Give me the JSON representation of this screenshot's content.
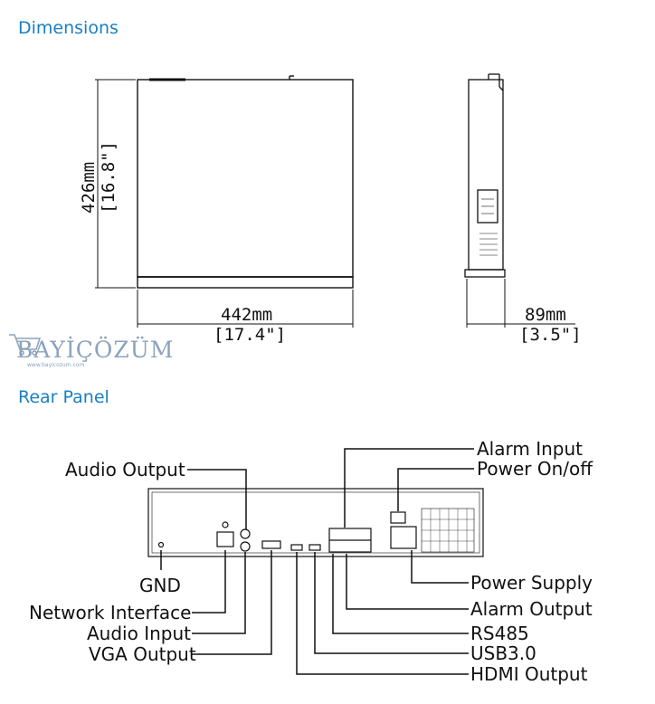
{
  "sections": {
    "dimensions_title": "Dimensions",
    "rear_panel_title": "Rear Panel"
  },
  "dimensions": {
    "depth_mm": "426mm",
    "depth_in": "[16.8\"]",
    "width_mm": "442mm",
    "width_in": "[17.4\"]",
    "height_mm": "89mm",
    "height_in": "[3.5\"]"
  },
  "watermark": {
    "brand": "BAYİÇÖZÜM",
    "url": "www.bayicozum.com"
  },
  "rear_panel_labels": {
    "audio_output": "Audio Output",
    "gnd": "GND",
    "network_interface": "Network Interface",
    "audio_input": "Audio Input",
    "vga_output": "VGA Output",
    "alarm_input": "Alarm Input",
    "power_onoff": "Power On/off",
    "power_supply": "Power Supply",
    "alarm_output": "Alarm Output",
    "rs485": "RS485",
    "usb30": "USB3.0",
    "hdmi_output": "HDMI Output"
  },
  "colors": {
    "title": "#1a7fc0",
    "line": "#111111",
    "watermark": "#8aa3bd"
  }
}
